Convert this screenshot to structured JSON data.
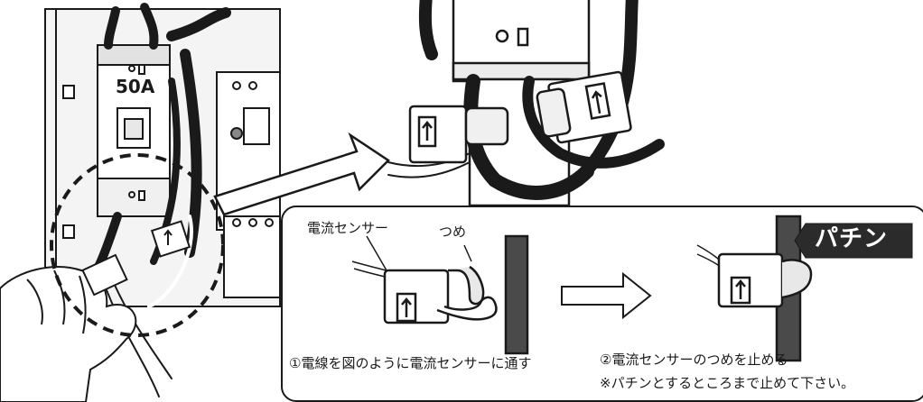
{
  "breaker": {
    "amp_label": "50A"
  },
  "callout": {
    "sensor_label": "電流センサー",
    "claw_label": "つめ",
    "step1_text": "①電線を図のように電流センサーに通す",
    "step2_text": "②電流センサーのつめを止める",
    "note_text": "※パチンとするところまで止めて下さい。",
    "sound_effect": "パチン"
  },
  "colors": {
    "line": "#1a1a1a",
    "panel_bg": "#ffffff",
    "badge_bg": "#2b2b2b",
    "shade": "#cfcfcf"
  }
}
